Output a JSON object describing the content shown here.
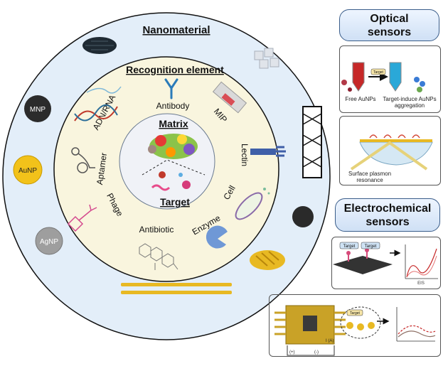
{
  "left": {
    "outer_title": "Nanomaterial",
    "inner_title": "Recognition element",
    "matrix": "Matrix",
    "target": "Target",
    "elements": {
      "antibody": "Antibody",
      "mip": "MIP",
      "adn": "ADN/RNA",
      "aptamer": "Aptamer",
      "phage": "Phage",
      "lectin": "Lectin",
      "cell": "Cell",
      "enzyme": "Enzyme",
      "antibiotic": "Antibiotic"
    },
    "nanoparticles": {
      "mnp": "MNP",
      "aunp": "AuNP",
      "agnp": "AgNP"
    }
  },
  "right": {
    "optical_title_1": "Optical",
    "optical_title_2": "sensors",
    "free_aunps": "Free AuNPs",
    "target_small": "Target",
    "target_induce": "Target-induce AuNPs aggregation",
    "spr_1": "Surface plasmon",
    "spr_2": "resonance",
    "electro_title_1": "Electrochemical",
    "electro_title_2": "sensors",
    "target_a": "Target",
    "target_b": "Target",
    "eis": "EIS",
    "target_c": "Target",
    "current_label": "I (A)",
    "plus": "(+)",
    "minus": "(-)"
  },
  "colors": {
    "outer_ring": "#e3eef9",
    "inner_disc": "#f9f5de",
    "center": "#f0f2f7",
    "gold": "#e8b923",
    "title_border": "#3a5d8a"
  }
}
